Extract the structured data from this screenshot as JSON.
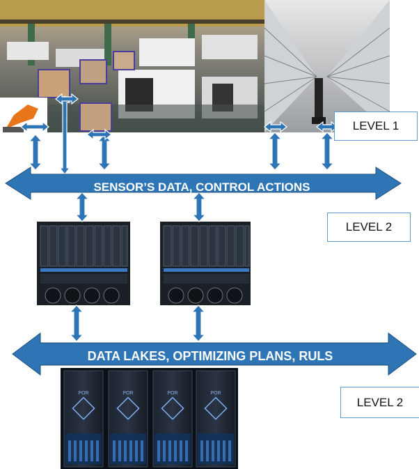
{
  "bus_top": {
    "label": "SENSOR’S DATA,  CONTROL ACTIONS"
  },
  "bus_bottom": {
    "label": "DATA LAKES, OPTIMIZING  PLANS,  RULS"
  },
  "levels": {
    "level1": "LEVEL 1",
    "level2_upper": "LEVEL  2",
    "level2_lower": "LEVEL  2"
  },
  "colors": {
    "arrow_fill": "#2e75b6",
    "arrow_stroke": "#1f4e79",
    "label_box_border": "#5b9bd5",
    "bus_text": "#ffffff"
  },
  "rack_logo": "POR"
}
